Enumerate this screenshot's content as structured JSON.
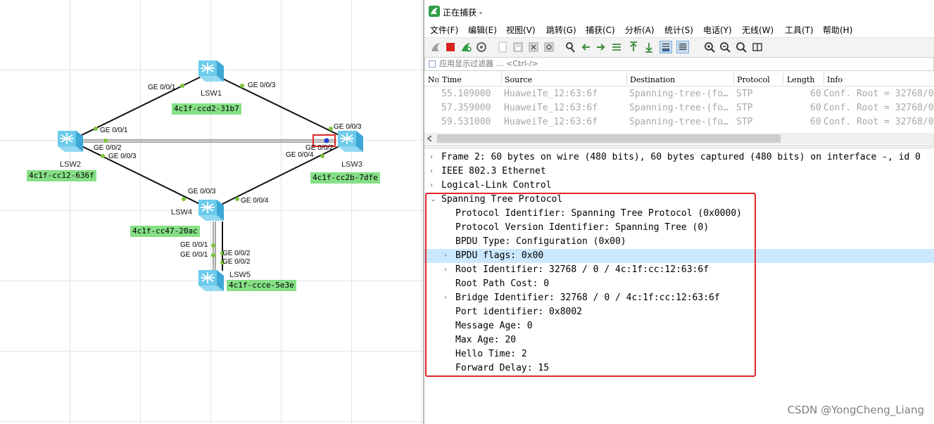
{
  "topology": {
    "devices": [
      {
        "name": "LSW1",
        "mac": "4c1f-ccd2-31b7"
      },
      {
        "name": "LSW2",
        "mac": "4c1f-cc12-636f"
      },
      {
        "name": "LSW3",
        "mac": "4c1f-cc2b-7dfe"
      },
      {
        "name": "LSW4",
        "mac": "4c1f-cc47-20ac"
      },
      {
        "name": "LSW5",
        "mac": "4c1f-ccce-5e3e"
      }
    ],
    "ports": {
      "lsw1_left": "GE 0/0/1",
      "lsw1_right": "GE 0/0/3",
      "lsw2_top": "GE 0/0/1",
      "lsw2_mid": "GE 0/0/2",
      "lsw2_bottom": "GE 0/0/3",
      "lsw3_top": "GE 0/0/3",
      "lsw3_mid": "GE 0/0/2",
      "lsw3_bottom": "GE 0/0/4",
      "lsw4_top": "GE 0/0/3",
      "lsw4_right": "GE 0/0/4",
      "lsw4_down1": "GE 0/0/1",
      "lsw4_down2": "GE 0/0/1",
      "lsw5_up1": "GE 0/0/2",
      "lsw5_up2": "GE 0/0/2"
    }
  },
  "wireshark": {
    "title": "正在捕获 -",
    "menu": [
      "文件(F)",
      "编辑(E)",
      "视图(V)",
      "跳转(G)",
      "捕获(C)",
      "分析(A)",
      "统计(S)",
      "电话(Y)",
      "无线(W)",
      "工具(T)",
      "帮助(H)"
    ],
    "filter_placeholder": "应用显示过滤器 … <Ctrl-/>",
    "columns": [
      "No",
      "Time",
      "Source",
      "Destination",
      "Protocol",
      "Length",
      "Info"
    ],
    "packets": [
      {
        "time": "55.109000",
        "source": "HuaweiTe_12:63:6f",
        "destination": "Spanning-tree-(fo…",
        "protocol": "STP",
        "length": "60",
        "info": "Conf. Root = 32768/0"
      },
      {
        "time": "57.359000",
        "source": "HuaweiTe_12:63:6f",
        "destination": "Spanning-tree-(fo…",
        "protocol": "STP",
        "length": "60",
        "info": "Conf. Root = 32768/0"
      },
      {
        "time": "59.531000",
        "source": "HuaweiTe_12:63:6f",
        "destination": "Spanning-tree-(fo…",
        "protocol": "STP",
        "length": "60",
        "info": "Conf. Root = 32768/0"
      }
    ],
    "details": [
      {
        "text": "Frame 2: 60 bytes on wire (480 bits), 60 bytes captured (480 bits) on interface -, id 0",
        "level": 0,
        "arrow": "›"
      },
      {
        "text": "IEEE 802.3 Ethernet",
        "level": 0,
        "arrow": "›"
      },
      {
        "text": "Logical-Link Control",
        "level": 0,
        "arrow": "›"
      },
      {
        "text": "Spanning Tree Protocol",
        "level": 0,
        "arrow": "⌄"
      },
      {
        "text": "Protocol Identifier: Spanning Tree Protocol (0x0000)",
        "level": 1,
        "arrow": ""
      },
      {
        "text": "Protocol Version Identifier: Spanning Tree (0)",
        "level": 1,
        "arrow": ""
      },
      {
        "text": "BPDU Type: Configuration (0x00)",
        "level": 1,
        "arrow": ""
      },
      {
        "text": "BPDU flags: 0x00",
        "level": 1,
        "arrow": "›"
      },
      {
        "text": "Root Identifier: 32768 / 0 / 4c:1f:cc:12:63:6f",
        "level": 1,
        "arrow": "›"
      },
      {
        "text": "Root Path Cost: 0",
        "level": 1,
        "arrow": ""
      },
      {
        "text": "Bridge Identifier: 32768 / 0 / 4c:1f:cc:12:63:6f",
        "level": 1,
        "arrow": "›"
      },
      {
        "text": "Port identifier: 0x8002",
        "level": 1,
        "arrow": ""
      },
      {
        "text": "Message Age: 0",
        "level": 1,
        "arrow": ""
      },
      {
        "text": "Max Age: 20",
        "level": 1,
        "arrow": ""
      },
      {
        "text": "Hello Time: 2",
        "level": 1,
        "arrow": ""
      },
      {
        "text": "Forward Delay: 15",
        "level": 1,
        "arrow": ""
      }
    ],
    "selected_detail_index": 7
  },
  "watermark": "CSDN @YongCheng_Liang",
  "colors": {
    "mac_label": "#86df86",
    "highlight_box": "#e0262a",
    "selected_row": "#cce8ff",
    "link": "#000000",
    "port_dot": "#7cc43a"
  }
}
